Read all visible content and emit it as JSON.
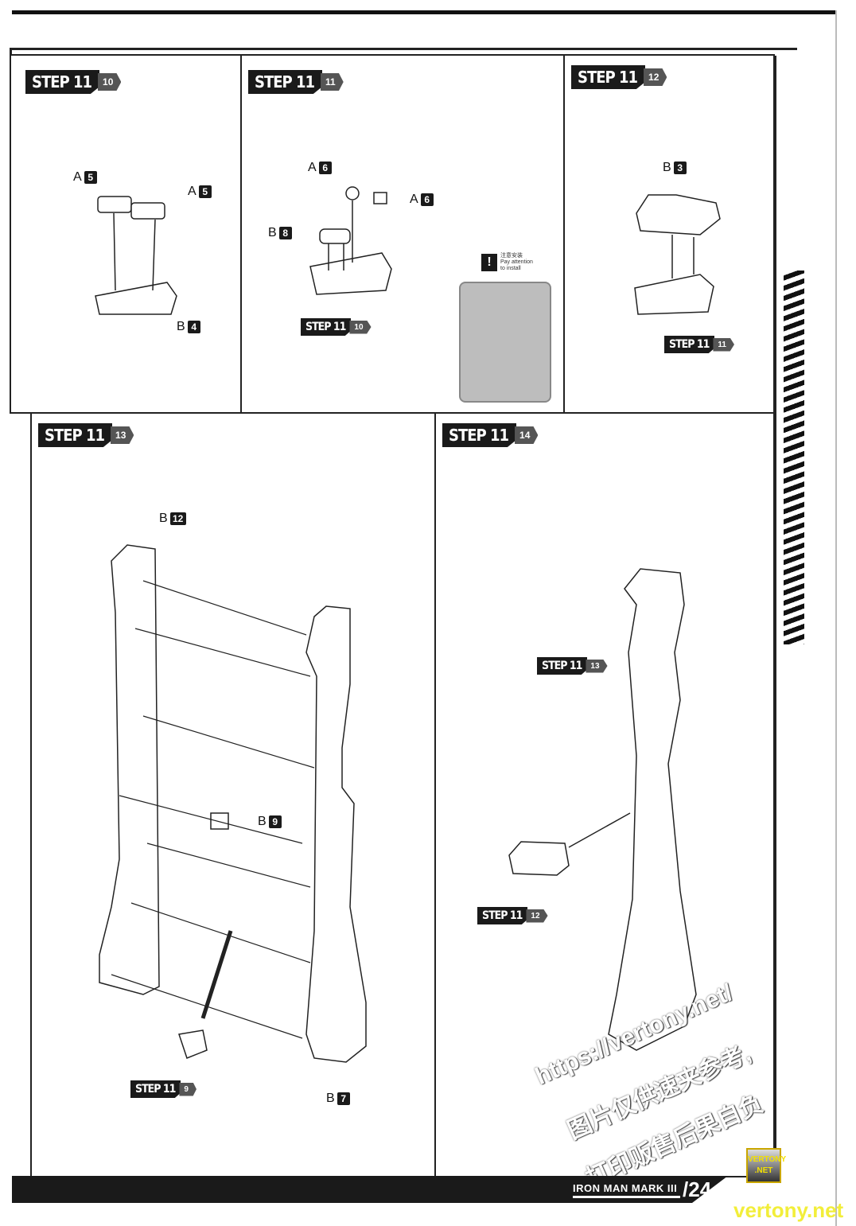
{
  "steps": [
    {
      "main": "STEP 11",
      "sub": "10",
      "parts": [
        {
          "letter": "A",
          "num": "5"
        },
        {
          "letter": "A",
          "num": "5"
        },
        {
          "letter": "B",
          "num": "4"
        }
      ]
    },
    {
      "main": "STEP 11",
      "sub": "11",
      "parts": [
        {
          "letter": "A",
          "num": "6"
        },
        {
          "letter": "A",
          "num": "6"
        },
        {
          "letter": "B",
          "num": "8"
        }
      ],
      "ref": {
        "main": "STEP 11",
        "sub": "10"
      }
    },
    {
      "main": "STEP 11",
      "sub": "12",
      "parts": [
        {
          "letter": "B",
          "num": "3"
        }
      ],
      "ref": {
        "main": "STEP 11",
        "sub": "11"
      }
    },
    {
      "main": "STEP 11",
      "sub": "13",
      "parts": [
        {
          "letter": "B",
          "num": "12"
        },
        {
          "letter": "B",
          "num": "9"
        },
        {
          "letter": "B",
          "num": "7"
        }
      ],
      "ref": {
        "main": "STEP 11",
        "sub": "9"
      }
    },
    {
      "main": "STEP 11",
      "sub": "14",
      "refs": [
        {
          "main": "STEP 11",
          "sub": "13"
        },
        {
          "main": "STEP 11",
          "sub": "12"
        }
      ]
    }
  ],
  "attention": {
    "icon": "exclamation-icon",
    "zh": "注意安装",
    "en1": "Pay attention",
    "en2": "to install"
  },
  "footer": {
    "title": "IRON MAN MARK III",
    "page": "24"
  },
  "watermark": {
    "url": "https://vertony.net/",
    "line1": "图片仅供速夹参考,",
    "line2": "打印贩售后果自负",
    "logo1": "VERTONY",
    "logo2": ".NET",
    "site": "vertony.net"
  }
}
